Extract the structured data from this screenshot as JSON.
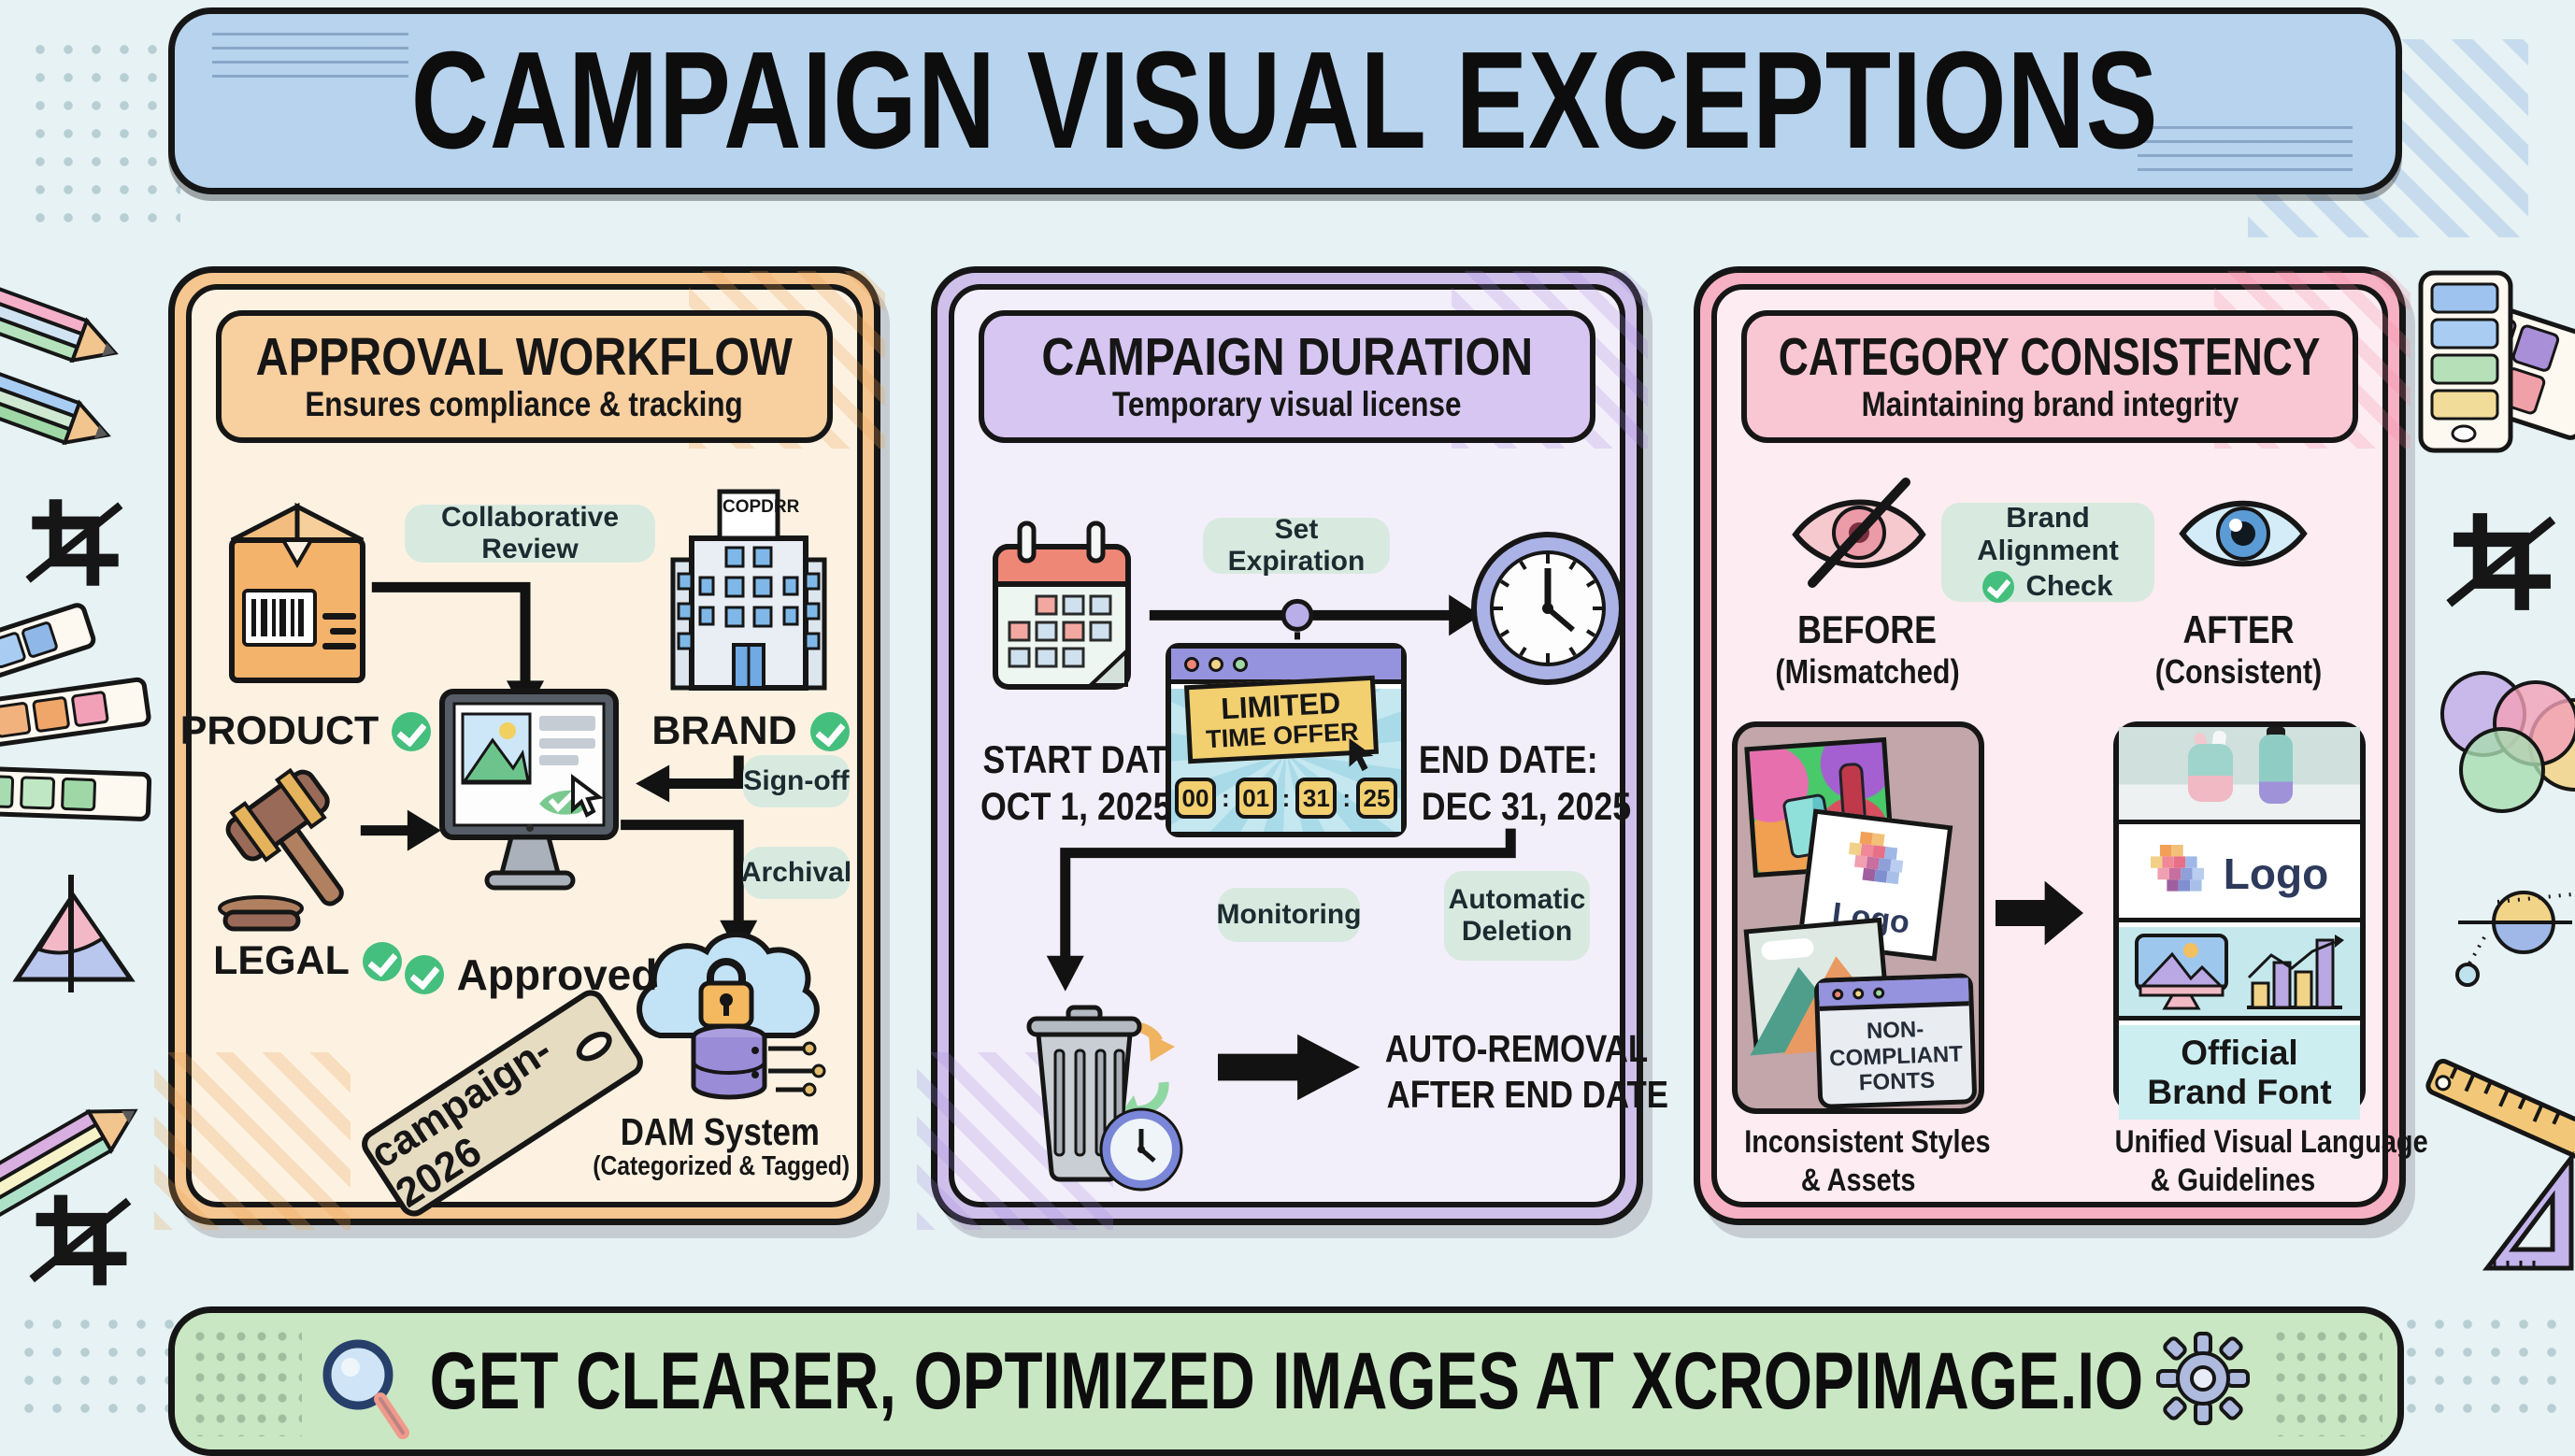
{
  "title": "CAMPAIGN VISUAL EXCEPTIONS",
  "panels": {
    "approval": {
      "title": "APPROVAL WORKFLOW",
      "subtitle": "Ensures compliance & tracking",
      "collaborative_badge": "Collaborative Review",
      "building_sign": "COPDRR",
      "product_label": "PRODUCT",
      "brand_label": "BRAND",
      "legal_label": "LEGAL",
      "approved_label": "Approved",
      "signoff_badge": "Sign-off",
      "archival_badge": "Archival",
      "tag_label": "campaign-2026",
      "dam_title": "DAM System",
      "dam_subtitle": "(Categorized & Tagged)"
    },
    "duration": {
      "title": "CAMPAIGN DURATION",
      "subtitle": "Temporary visual license",
      "expiration_badge": "Set Expiration",
      "start_label": "START DATE:",
      "start_date": "OCT 1, 2025",
      "end_label": "END DATE:",
      "end_date": "DEC 31, 2025",
      "offer_line1": "LIMITED",
      "offer_line2": "TIME OFFER",
      "countdown": [
        "00",
        "01",
        "31",
        "25"
      ],
      "countdown_separator": ":",
      "monitoring_badge": "Monitoring",
      "deletion_badge_line1": "Automatic",
      "deletion_badge_line2": "Deletion",
      "removal_line1": "AUTO-REMOVAL",
      "removal_line2": "AFTER END DATE"
    },
    "consistency": {
      "title": "CATEGORY CONSISTENCY",
      "subtitle": "Maintaining brand integrity",
      "alignment_line1": "Brand Alignment",
      "alignment_line2": "Check",
      "before_label": "BEFORE",
      "before_sub": "(Mismatched)",
      "after_label": "AFTER",
      "after_sub": "(Consistent)",
      "logo_text": "Logo",
      "noncompliant": [
        "NON-",
        "COMPLIANT",
        "FONTS"
      ],
      "official_line1": "Official",
      "official_line2": "Brand Font",
      "before_caption_line1": "Inconsistent Styles",
      "before_caption_line2": "& Assets",
      "after_caption_line1": "Unified Visual Language",
      "after_caption_line2": "& Guidelines"
    }
  },
  "footer": {
    "text": "GET CLEARER, OPTIMIZED IMAGES AT XCROPIMAGE.IO"
  },
  "colors": {
    "page_bg": "#e6f2f3",
    "banner_bg": "#b7d3ed",
    "approval_rim": "#f6c690",
    "approval_bg": "#fdf2e2",
    "duration_rim": "#cfc0eb",
    "duration_bg": "#f3effa",
    "consistency_rim": "#f7b1c4",
    "consistency_bg": "#fdecf1",
    "badge_bg": "#d8eae0",
    "check_green": "#45bf7d",
    "footer_bg": "#c9e7c3",
    "arrow": "#121212"
  }
}
